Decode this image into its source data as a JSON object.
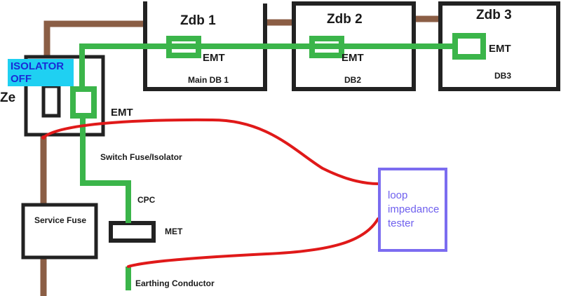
{
  "boards": [
    {
      "title": "Zdb 1",
      "name": "Main DB 1"
    },
    {
      "title": "Zdb 2",
      "name": "DB2"
    },
    {
      "title": "Zdb 3",
      "name": "DB3"
    }
  ],
  "emt_label": "EMT",
  "isolator_status": {
    "line1": "ISOLATOR",
    "line2": "OFF"
  },
  "ze_label": "Ze",
  "switch_fuse_label": "Switch Fuse/Isolator",
  "service_fuse_label": "Service Fuse",
  "cpc_label": "CPC",
  "met_label": "MET",
  "earthing_conductor_label": "Earthing Conductor",
  "tester_label": {
    "line1": "loop",
    "line2": "impedance",
    "line3": "tester"
  },
  "colors": {
    "cable_brown": "#8b5e45",
    "earth_green": "#3bb54a",
    "test_lead_red": "#e01919",
    "enclosure_dark": "#222222",
    "isolator_bg": "#1fd0f2",
    "isolator_text": "#1a2bd6",
    "tester_blue": "#7b6cf0"
  }
}
